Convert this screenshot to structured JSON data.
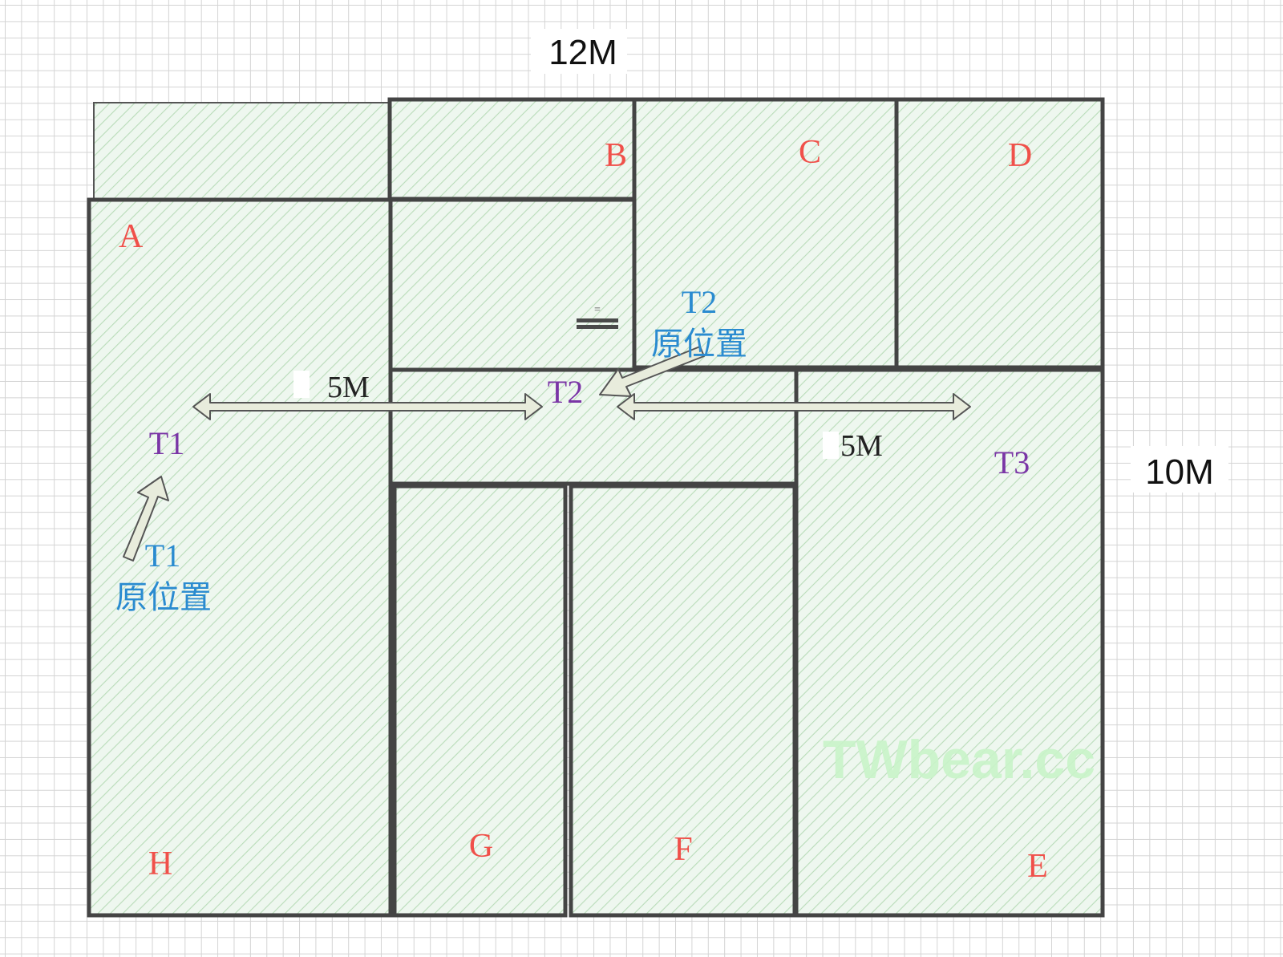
{
  "dimensions": {
    "width_label": "12M",
    "height_label": "10M"
  },
  "rooms": {
    "A": "A",
    "B": "B",
    "C": "C",
    "D": "D",
    "E": "E",
    "F": "F",
    "G": "G",
    "H": "H"
  },
  "center_mark": "=",
  "trees": {
    "t1": "T1",
    "t2": "T2",
    "t3": "T3"
  },
  "original_positions": {
    "t1": {
      "name": "T1",
      "caption": "原位置"
    },
    "t2": {
      "name": "T2",
      "caption": "原位置"
    }
  },
  "distances": {
    "left": "5M",
    "right": "5M"
  },
  "watermark": "TWbear.cc",
  "colors": {
    "room_label": "#f0504a",
    "tree_label": "#7a35a6",
    "original_label": "#2a8bd0",
    "hatch": "#b9dcb9",
    "room_fill": "#eef7ef",
    "wall": "#444444",
    "arrow_fill": "#e8ecdc",
    "watermark": "#c9f4c9"
  }
}
